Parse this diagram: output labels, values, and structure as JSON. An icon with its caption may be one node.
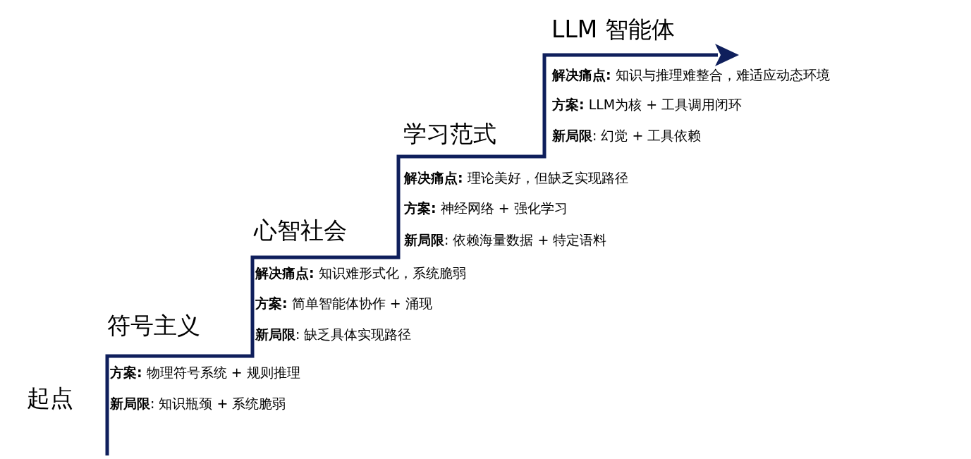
{
  "diagram": {
    "labels": [
      "起点",
      "符号主义",
      "**方案:** 物理符号系统 + 规则推理",
      "**新局限**: 知识瓶颈 + 系统脆弱",
      "心智社会",
      "**解决痛点:** 知识难形式化，系统脆弱",
      "**方案:** 简单智能体协作 + 涌现",
      "**新局限**: 缺乏具体实现路径",
      "学习范式",
      "**解决痛点:** 理论美好，但缺乏实现路径",
      "**方案:** 神经网络 + 强化学习",
      "**新局限**: 依赖海量数据 + 特定语料",
      "LLM 智能体",
      "**解决痛点:** 知识与推理难整合，难适应动态环境",
      "**方案:** LLM为核 + 工具调用闭环",
      "**新局限**: 幻觉 + 工具依赖"
    ]
  }
}
